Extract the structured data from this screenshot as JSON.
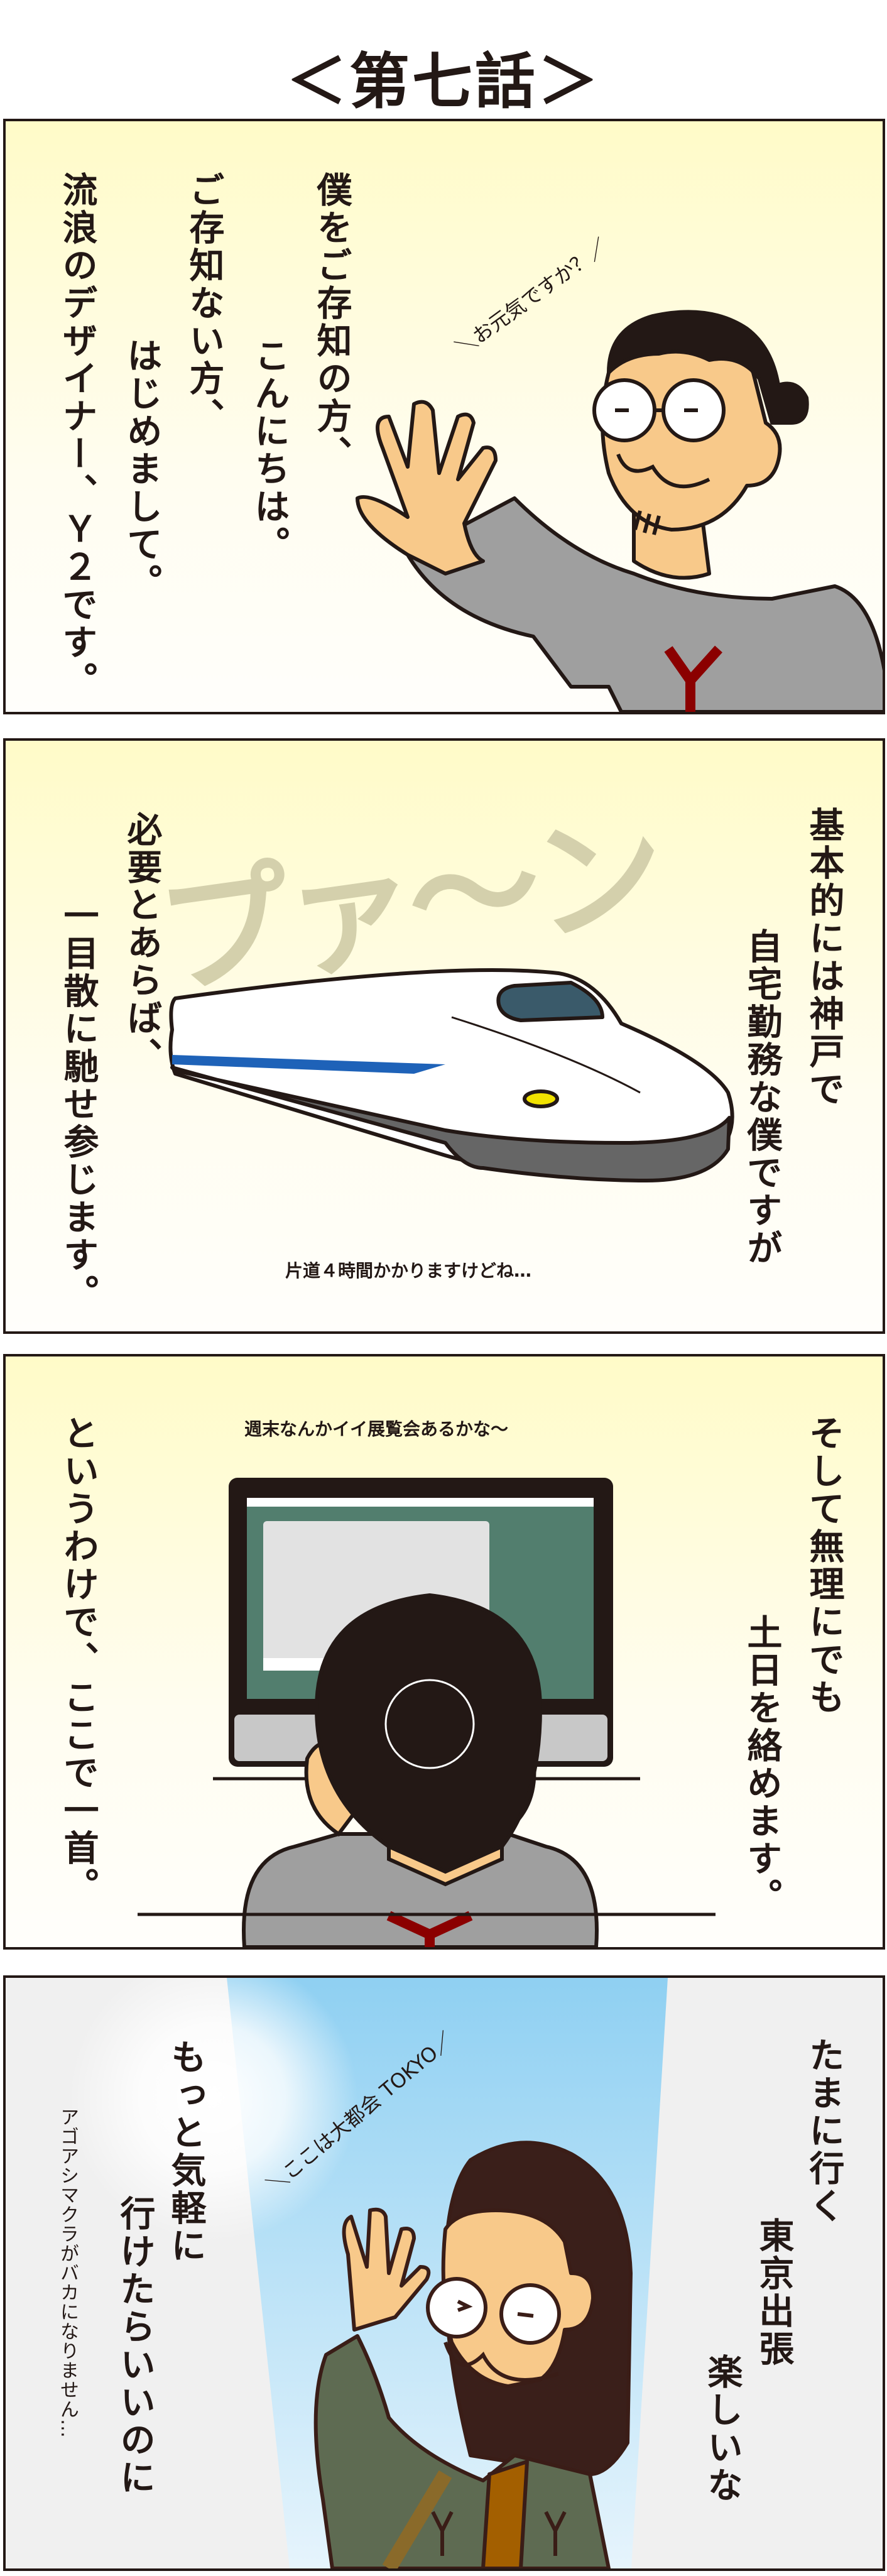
{
  "title": "＜第七話＞",
  "panel1": {
    "lines": [
      "僕をご存知の方、",
      "こんにちは。",
      "ご存知ない方、",
      "はじめまして。",
      "流浪のデザイナー、Ｙ２です。"
    ],
    "speech": "＼お元気ですか？／",
    "shirt_letter": "Y"
  },
  "panel2": {
    "lines_right": [
      "基本的には神戸で",
      "自宅勤務な僕ですが"
    ],
    "lines_left": [
      "必要とあらば、",
      "一目散に馳せ参じます。"
    ],
    "sfx": "プァ〜ン",
    "aside": "片道４時間かかりますけどね…"
  },
  "panel3": {
    "lines_right": [
      "そして無理にでも",
      "土日を絡めます。"
    ],
    "lines_left": [
      "というわけで、ここで一首。"
    ],
    "thought": "週末なんかイイ展覧会あるかな〜"
  },
  "panel4": {
    "lines_right": [
      "たまに行く",
      "東京出張",
      "楽しいな"
    ],
    "lines_left": [
      "もっと気軽に",
      "行けたらいいのに"
    ],
    "aside": "アゴアシマクラがバカになりません…",
    "speech": "＼ここは大都会 TOKYO／",
    "jacket_letters": [
      "Y",
      "Y"
    ]
  },
  "colors": {
    "ink": "#231815",
    "skin": "#f8c98a",
    "shirt": "#9f9f9f",
    "accent": "#8b0000",
    "jacket": "#5e6b52",
    "sky": "#8fd0f2"
  }
}
